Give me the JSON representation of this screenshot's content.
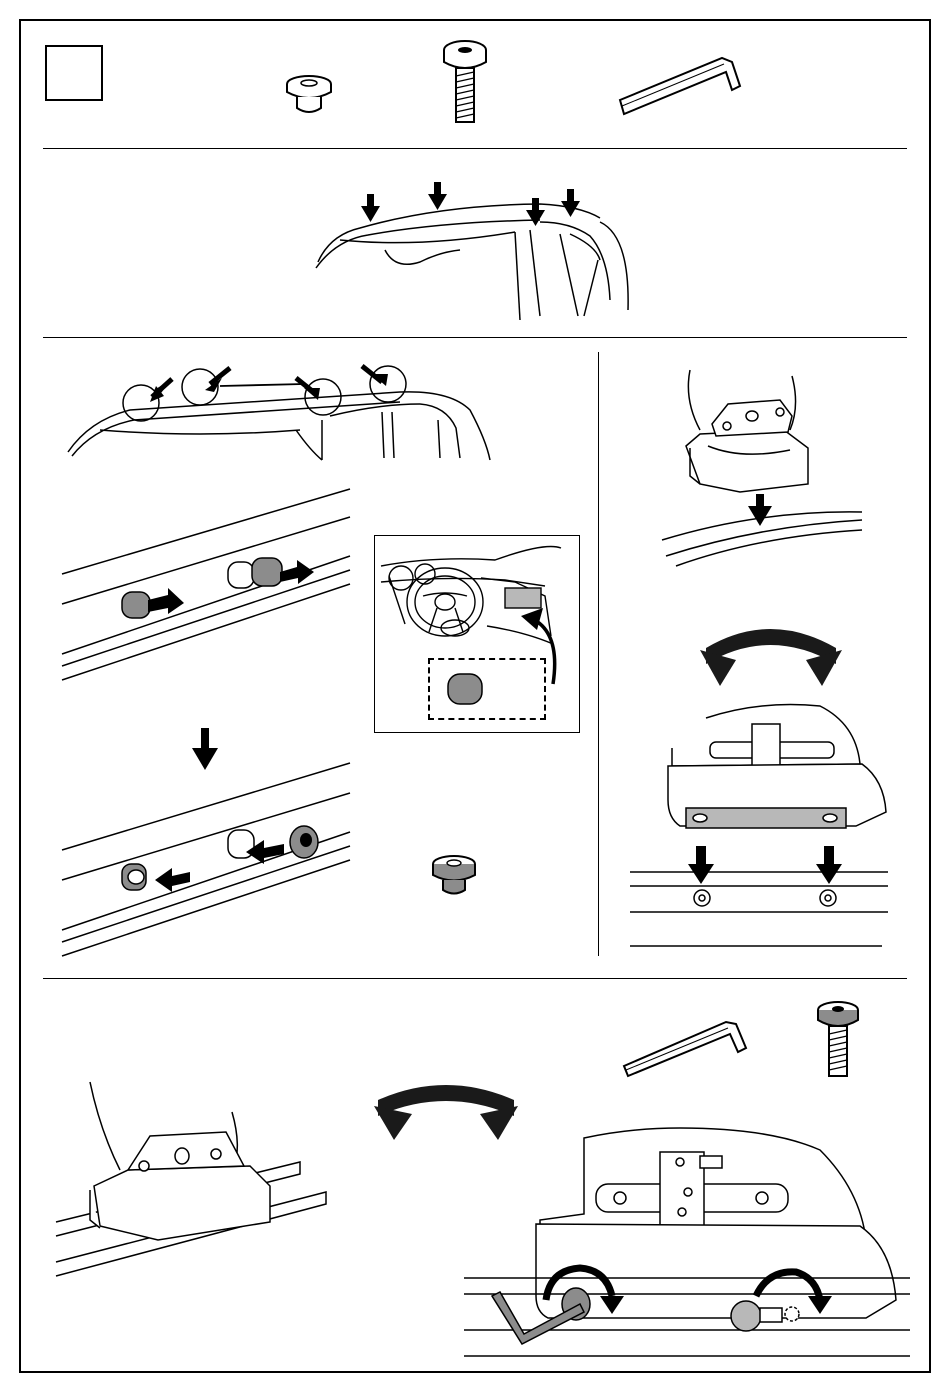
{
  "document": {
    "type": "roof rack fitting instructions page",
    "step_marker": "",
    "colors": {
      "line": "#000000",
      "fill_dark": "#1a1a1a",
      "fill_grey": "#b8b8b8",
      "fill_mid": "#8c8c8c",
      "paper": "#ffffff"
    }
  },
  "sections": [
    {
      "name": "parts-required",
      "items": [
        "rubber-cap",
        "hex-bolt",
        "allen-key"
      ]
    },
    {
      "name": "roof-mounting-points",
      "arrows": 4
    },
    {
      "name": "remove-covers",
      "insets": [
        "dashboard-glovebox-storage"
      ]
    },
    {
      "name": "foot-placement"
    },
    {
      "name": "tighten-bolts"
    }
  ]
}
